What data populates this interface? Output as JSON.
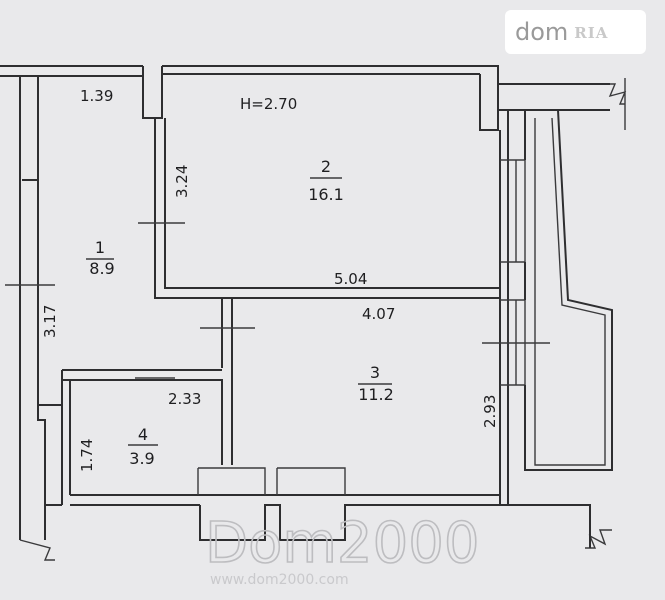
{
  "plan": {
    "ceiling_height": "H=2.70",
    "rooms": [
      {
        "number": "1",
        "area": "8.9"
      },
      {
        "number": "2",
        "area": "16.1"
      },
      {
        "number": "3",
        "area": "11.2"
      },
      {
        "number": "4",
        "area": "3.9"
      }
    ],
    "dimensions": {
      "corridor_width": "1.39",
      "room2_depth": "3.24",
      "room2_width": "5.04",
      "room3_width": "4.07",
      "room1_length": "3.17",
      "bath_width": "2.33",
      "room3_depth": "2.93",
      "bath_depth": "1.74"
    }
  },
  "badge": {
    "site": "dom",
    "logo_text": "RIA"
  },
  "watermark": {
    "text": "Dom2000",
    "url": "www.dom2000.com"
  }
}
